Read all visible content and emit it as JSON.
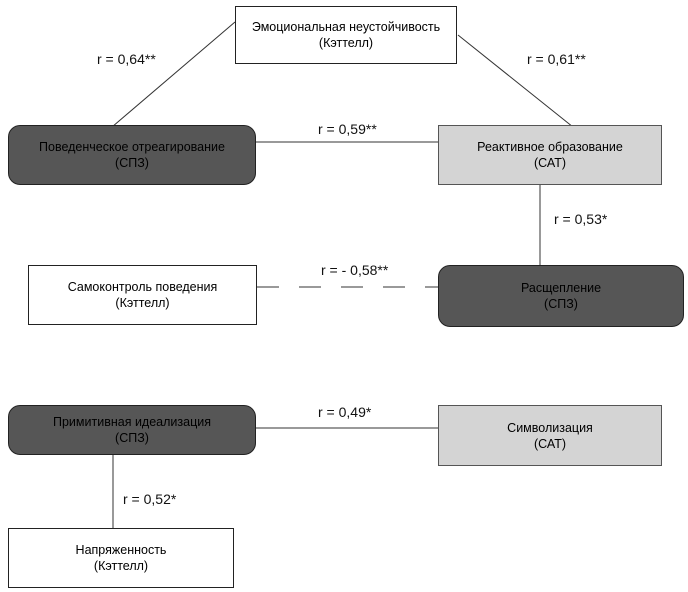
{
  "nodes": {
    "emotional": {
      "title": "Эмоциональная неустойчивость",
      "subtitle": "(Кэттелл)"
    },
    "behavioral": {
      "title": "Поведенческое отреагирование",
      "subtitle": "(СПЗ)"
    },
    "reactive": {
      "title": "Реактивное образование",
      "subtitle": "(САТ)"
    },
    "selfcontrol": {
      "title": "Самоконтроль поведения",
      "subtitle": "(Кэттелл)"
    },
    "splitting": {
      "title": "Расщепление",
      "subtitle": "(СПЗ)"
    },
    "idealization": {
      "title": "Примитивная идеализация",
      "subtitle": "(СПЗ)"
    },
    "symbolization": {
      "title": "Символизация",
      "subtitle": "(САТ)"
    },
    "tension": {
      "title": "Напряженность",
      "subtitle": "(Кэттелл)"
    }
  },
  "edges": {
    "emotional_behavioral": "r = 0,64**",
    "emotional_reactive": "r = 0,61**",
    "behavioral_reactive": "r = 0,59**",
    "reactive_splitting": "r = 0,53*",
    "selfcontrol_splitting": "r = - 0,58**",
    "idealization_symbolization": "r = 0,49*",
    "idealization_tension": "r = 0,52*"
  },
  "styles": {
    "dark_fill": "#565656",
    "light_fill": "#d4d4d4",
    "line_color": "#333333"
  }
}
